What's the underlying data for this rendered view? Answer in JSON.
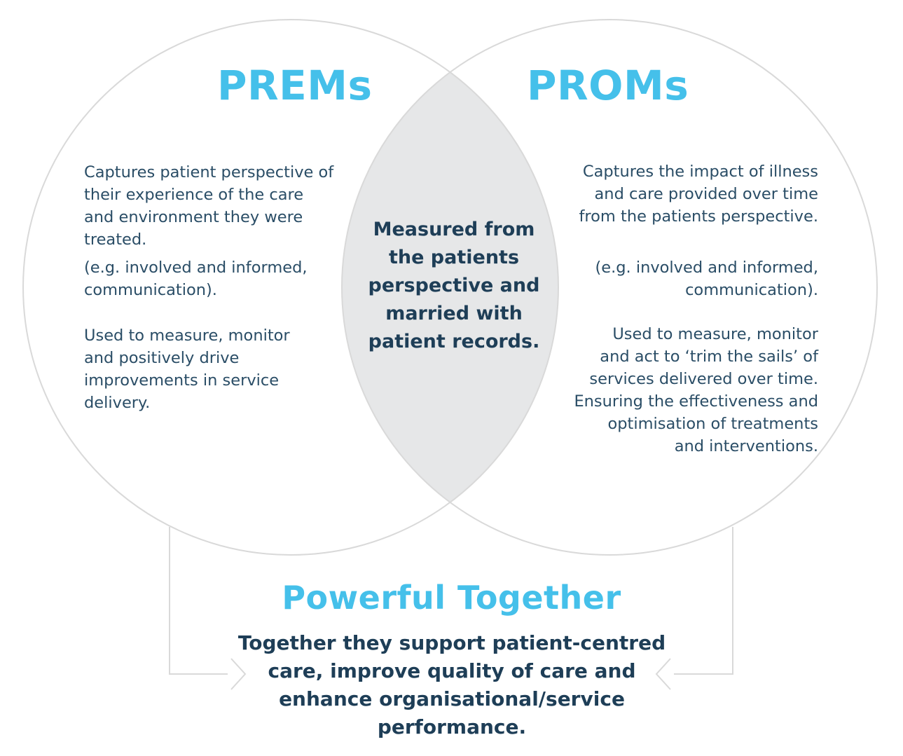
{
  "colors": {
    "accent": "#45c0ea",
    "text": "#2a4d66",
    "bold_text": "#1e3e57",
    "overlap_fill": "#e6e7e8",
    "outline": "#d9d9d9"
  },
  "left_set": {
    "title": "PREMs",
    "description": "Captures patient perspective of\ntheir experience of the care\nand environment they were\ntreated.",
    "example": "(e.g. involved and informed,\ncommunication).",
    "purpose": "Used to measure, monitor\nand positively drive\nimprovements in service\ndelivery."
  },
  "right_set": {
    "title": "PROMs",
    "description": "Captures the impact of illness\nand care provided over time\nfrom the patients perspective.",
    "example": "(e.g. involved and informed,\ncommunication).",
    "purpose": "Used to measure, monitor\nand act to ‘trim the sails’ of\nservices delivered over time.\nEnsuring the effectiveness and\noptimisation of treatments\nand interventions."
  },
  "overlap": {
    "text": "Measured from\nthe patients\nperspective and\nmarried with\npatient records."
  },
  "together": {
    "title": "Powerful Together",
    "text": "Together they support patient-centred\ncare, improve quality of care and\nenhance organisational/service\nperformance."
  }
}
